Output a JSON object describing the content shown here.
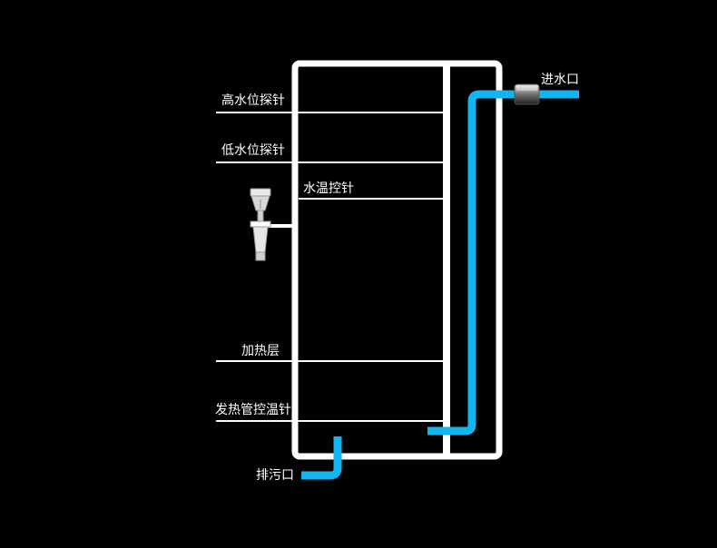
{
  "colors": {
    "background": "#000000",
    "tank_outline": "#ffffff",
    "pipe": "#13b5ef",
    "text": "#ffffff"
  },
  "labels": {
    "high_water_probe": "高水位探针",
    "low_water_probe": "低水位探针",
    "water_temp_probe": "水温控针",
    "heating_layer": "加热层",
    "heater_temp_probe": "发热管控温针",
    "water_inlet": "进水口",
    "drain_outlet": "排污口"
  },
  "icons": {
    "inlet_valve": "valve-icon",
    "float_valve": "float-valve-icon"
  }
}
